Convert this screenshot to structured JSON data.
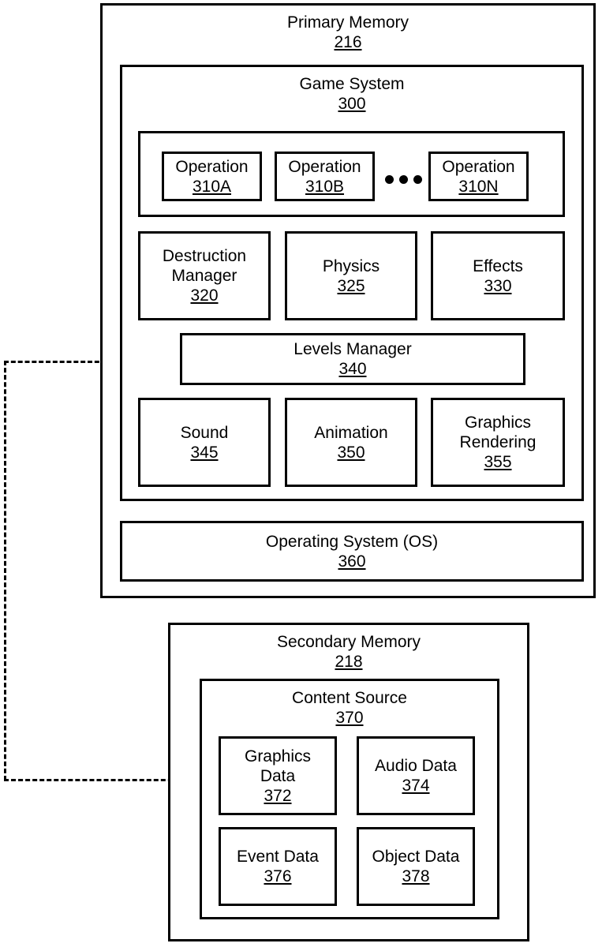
{
  "figure": {
    "type": "patent-block-diagram",
    "primary_memory": {
      "title": "Primary Memory",
      "ref": "216",
      "game_system": {
        "title": "Game System",
        "ref": "300",
        "operations_group": {
          "operations": [
            {
              "title": "Operation",
              "ref": "310A"
            },
            {
              "title": "Operation",
              "ref": "310B"
            },
            {
              "title": "Operation",
              "ref": "310N"
            }
          ],
          "ellipsis": "•••"
        },
        "modules_row_1": [
          {
            "title": "Destruction\nManager",
            "ref": "320"
          },
          {
            "title": "Physics",
            "ref": "325"
          },
          {
            "title": "Effects",
            "ref": "330"
          }
        ],
        "levels_manager": {
          "title": "Levels Manager",
          "ref": "340"
        },
        "modules_row_2": [
          {
            "title": "Sound",
            "ref": "345"
          },
          {
            "title": "Animation",
            "ref": "350"
          },
          {
            "title": "Graphics\nRendering",
            "ref": "355"
          }
        ]
      },
      "operating_system": {
        "title": "Operating System (OS)",
        "ref": "360"
      }
    },
    "secondary_memory": {
      "title": "Secondary Memory",
      "ref": "218",
      "content_source": {
        "title": "Content Source",
        "ref": "370",
        "data_boxes": [
          {
            "title": "Graphics\nData",
            "ref": "372"
          },
          {
            "title": "Audio Data",
            "ref": "374"
          },
          {
            "title": "Event Data",
            "ref": "376"
          },
          {
            "title": "Object Data",
            "ref": "378"
          }
        ]
      }
    },
    "connector": {
      "style": "dashed",
      "arrow": "arrowhead-right",
      "from": "Graphics Data 372 / Content Source",
      "to": "Levels Manager 340"
    },
    "colors": {
      "stroke": "#000000",
      "background": "#ffffff"
    }
  }
}
